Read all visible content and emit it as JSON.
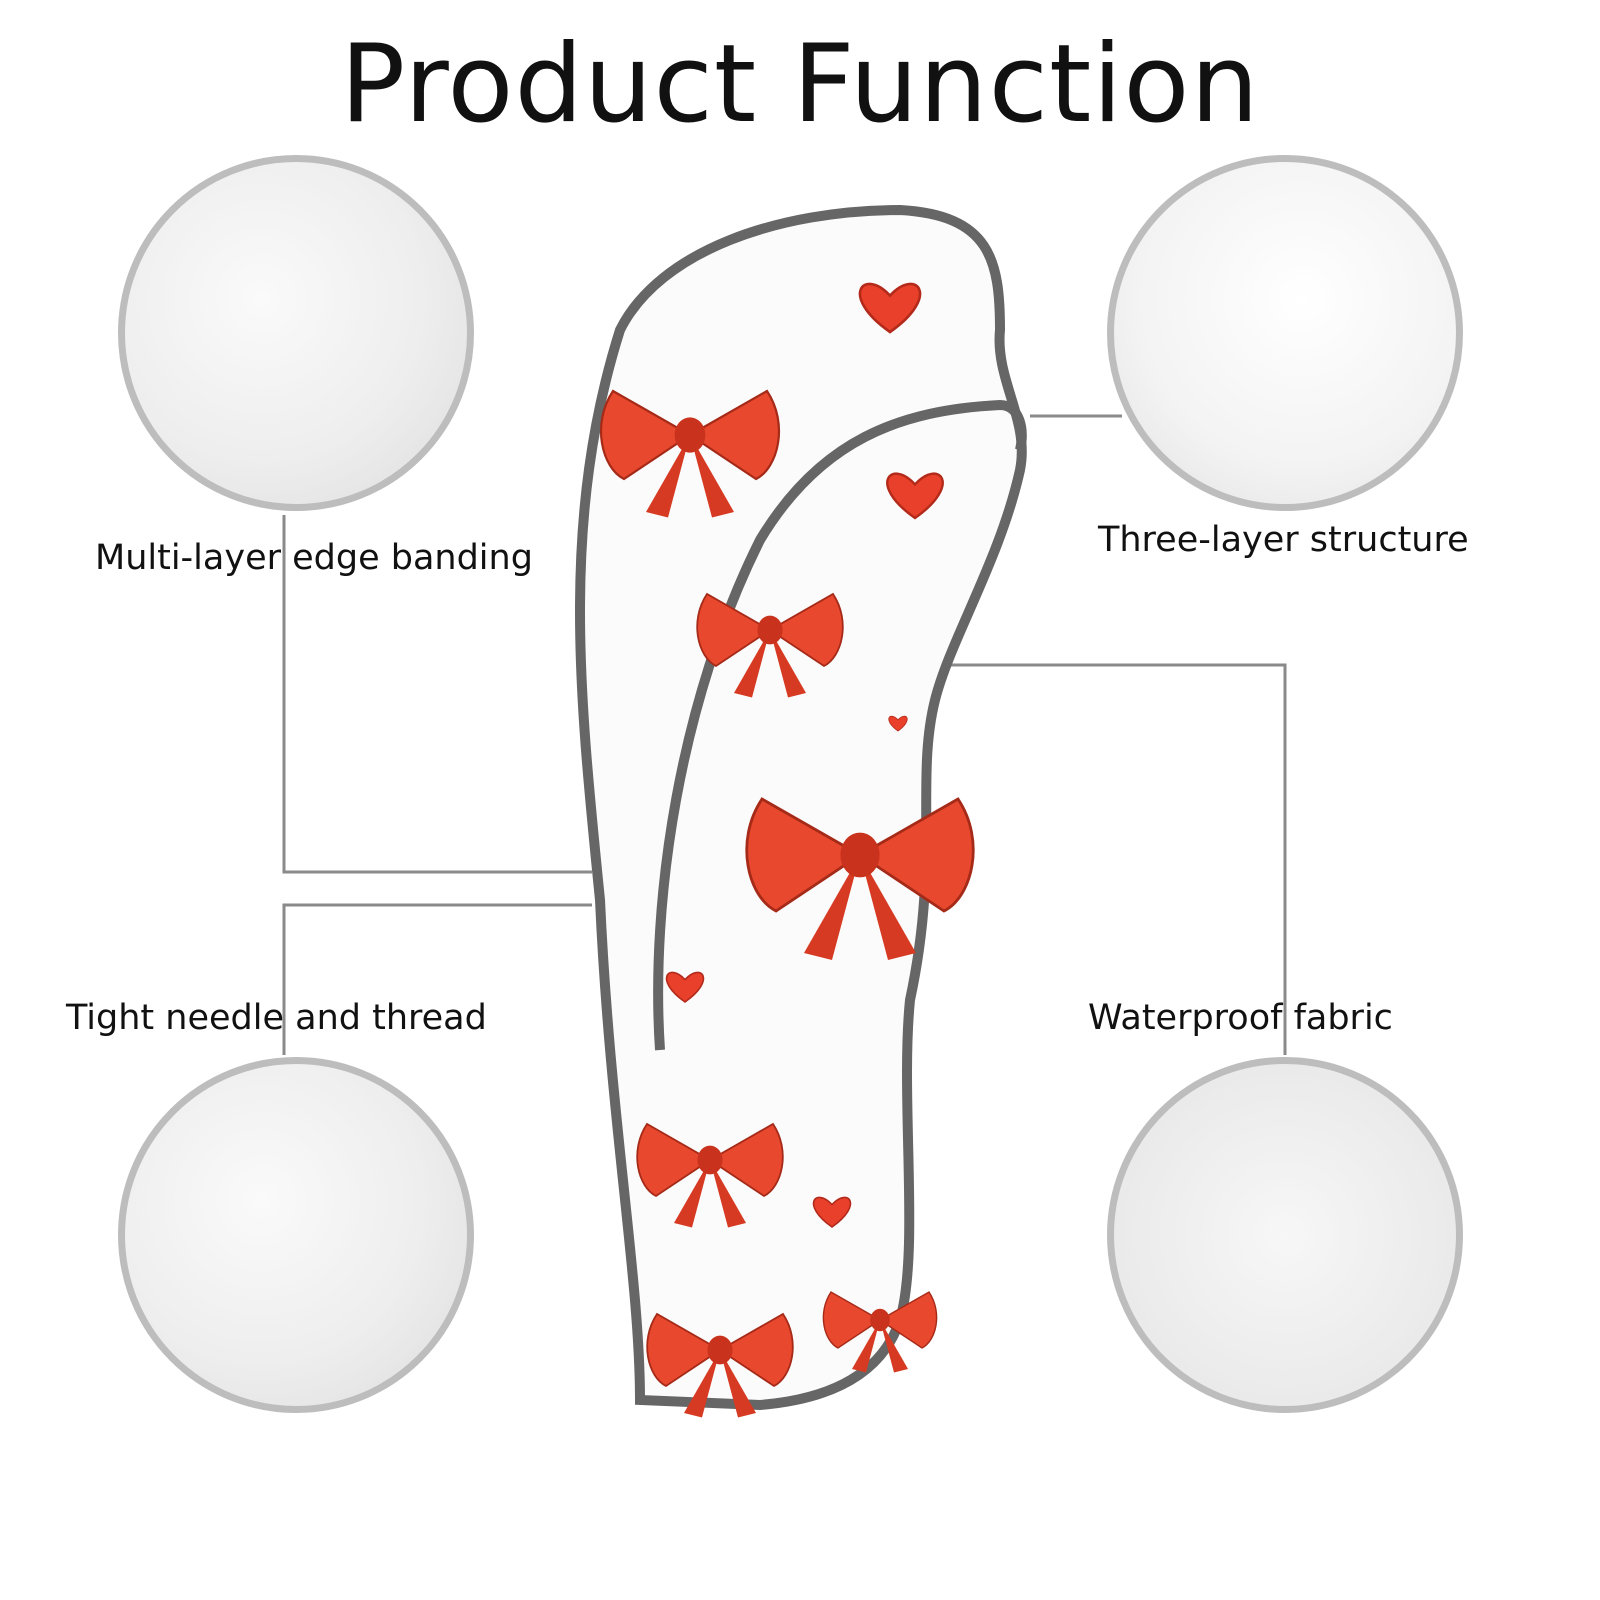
{
  "title": "Product Function",
  "features": [
    {
      "label": "Multi-layer edge banding"
    },
    {
      "label": "Three-layer structure"
    },
    {
      "label": "Tight needle and thread"
    },
    {
      "label": "Waterproof fabric"
    }
  ],
  "colors": {
    "accent_red": "#e8402a",
    "trim_gray": "#666666",
    "circle_border": "#bdbdbd",
    "line": "#8a8a8a"
  }
}
